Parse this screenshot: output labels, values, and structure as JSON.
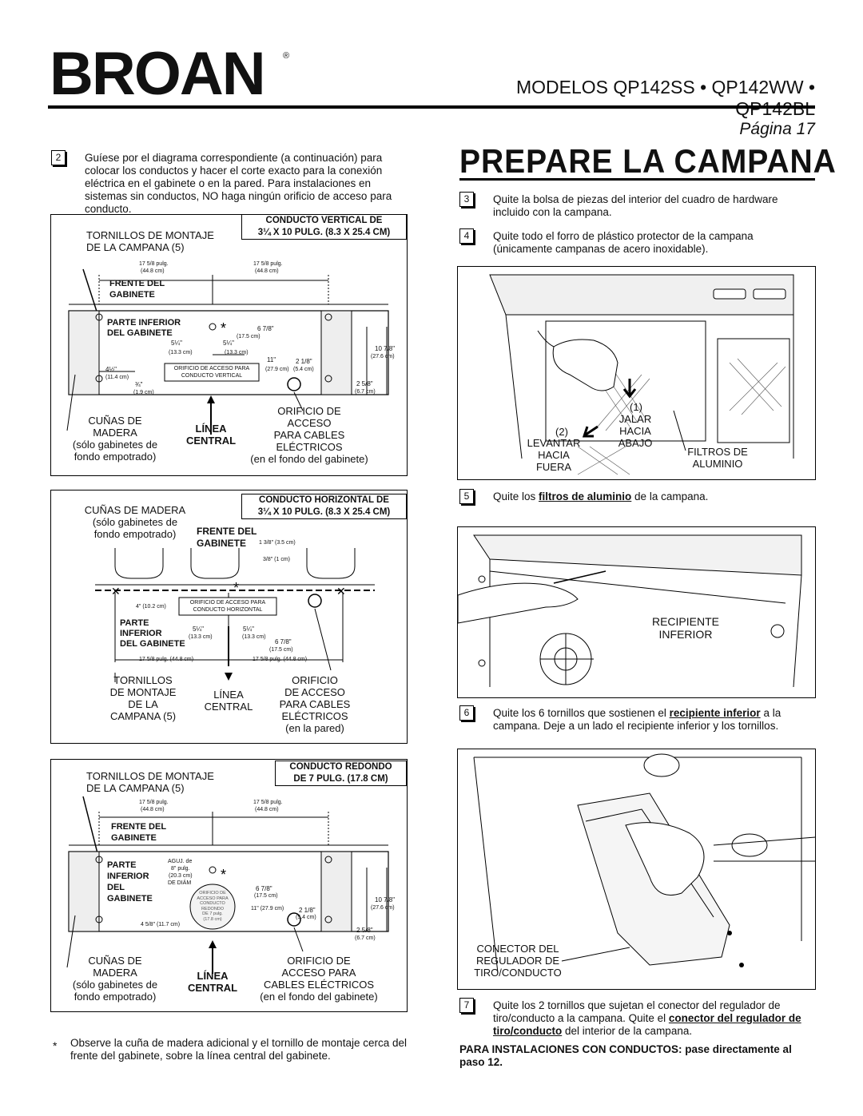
{
  "header": {
    "brand": "BROAN",
    "registered": "®",
    "models": "MODELOS  QP142SS • QP142WW • QP142BL",
    "page": "Página 17",
    "title": "PREPARE LA CAMPANA"
  },
  "left": {
    "step2": {
      "num": "2",
      "text": "Guíese por el diagrama correspondiente (a continuación) para colocar los conductos y hacer el corte exacto para la conexión eléctrica en el gabinete o en la pared. Para instalaciones en sistemas sin conductos, NO haga ningún orificio de acceso para conducto."
    },
    "diagram1": {
      "header_line1": "CONDUCTO VERTICAL DE",
      "header_line2": "3¼ X 10 PULG. (8.3 X 25.4 CM)",
      "tornillos": "TORNILLOS DE MONTAJE\nDE LA CAMPANA (5)",
      "dim_left_pulg": "17 5/8 pulg.",
      "dim_left_cm": "(44.8 cm)",
      "dim_right_pulg": "17 5/8 pulg.",
      "dim_right_cm": "(44.8 cm)",
      "frente": "FRENTE DEL",
      "gabinete": "GABINETE",
      "parte1": "PARTE  INFERIOR",
      "parte2": "DEL  GABINETE",
      "d_678": "6 7/8\"",
      "d_678cm": "(17.5 cm)",
      "d_514a": "5¼\"",
      "d_514b": "5¼\"",
      "d_133a": "(13.3 cm)",
      "d_133b": "(13.3 cm)",
      "d_412": "4½\"",
      "d_114": "(11.4 cm)",
      "d_34": "¾\"",
      "d_19": "(1.9 cm)",
      "d_11": "11\"",
      "d_279": "(27.9 cm)",
      "d_218": "2 1/8\"",
      "d_54": "(5.4 cm)",
      "d_1078": "10 7/8\"",
      "d_276": "(27.6 cm)",
      "d_258": "2 5/8\"",
      "d_67": "(6.7 cm)",
      "orif_label1": "ORIFICIO DE ACCESO PARA",
      "orif_label2": "CONDUCTO VERTICAL",
      "cunas": "CUÑAS DE\nMADERA\n(sólo gabinetes de\nfondo empotrado)",
      "linea": "LÍNEA\nCENTRAL",
      "orificio": "ORIFICIO DE\nACCESO\nPARA CABLES\nELÉCTRICOS\n(en el fondo del gabinete)"
    },
    "diagram2": {
      "header_line1": "CONDUCTO HORIZONTAL DE",
      "header_line2": "3¼ X 10 PULG. (8.3 X 25.4 CM)",
      "cunas": "CUÑAS DE MADERA\n(sólo gabinetes de\nfondo empotrado)",
      "frente": "FRENTE DEL\nGABINETE",
      "d_138": "1 3/8\" (3.5 cm)",
      "d_38": "3/8\" (1 cm)",
      "d_4": "4\" (10.2 cm)",
      "orif1": "ORIFICIO DE ACCESO PARA",
      "orif2": "CONDUCTO HORIZONTAL",
      "parte": "PARTE\nINFERIOR\nDEL GABINETE",
      "d_514a": "5¼\"",
      "d_514b": "5¼\"",
      "d_133a": "(13.3 cm)",
      "d_133b": "(13.3 cm)",
      "d_678": "6 7/8\"",
      "d_175": "(17.5 cm)",
      "d_1758a": "17 5/8 pulg. (44.8 cm)",
      "d_1758b": "17 5/8 pulg. (44.8 cm)",
      "tornillos": "TORNILLOS\nDE MONTAJE\nDE LA\nCAMPANA (5)",
      "linea": "LÍNEA\nCENTRAL",
      "orificio": "ORIFICIO\nDE ACCESO\nPARA CABLES\nELÉCTRICOS\n(en la pared)"
    },
    "diagram3": {
      "header_line1": "CONDUCTO REDONDO",
      "header_line2": "DE 7 PULG. (17.8 CM)",
      "tornillos": "TORNILLOS DE MONTAJE\nDE LA CAMPANA (5)",
      "dim_left_pulg": "17 5/8 pulg.",
      "dim_left_cm": "(44.8 cm)",
      "dim_right_pulg": "17 5/8 pulg.",
      "dim_right_cm": "(44.8 cm)",
      "frente": "FRENTE DEL",
      "gabinete": "GABINETE",
      "parte": "PARTE\nINFERIOR\nDEL\nGABINETE",
      "aguj1": "AGUJ. de",
      "aguj2": "8\" pulg.",
      "aguj3": "(20.3 cm)",
      "aguj4": "DE DIÁM",
      "round_lbl": "ORIFICIO DE\nACCESO PARA\nCONDUCTO\nREDONDO\nDE 7 pulg.\n(17.8 cm)",
      "d_678": "6 7/8\"",
      "d_175": "(17.5 cm)",
      "d_11": "11\" (27.9 cm)",
      "d_218": "2 1/8\"",
      "d_54": "(5.4 cm)",
      "d_458": "4 5/8\" (11.7 cm)",
      "d_1078": "10 7/8\"",
      "d_276": "(27.6 cm)",
      "d_258": "2 5/8\"",
      "d_67": "(6.7 cm)",
      "cunas": "CUÑAS DE\nMADERA\n(sólo gabinetes de\nfondo empotrado)",
      "linea": "LÍNEA\nCENTRAL",
      "orificio": "ORIFICIO DE\nACCESO PARA\nCABLES ELÉCTRICOS\n(en el fondo del gabinete)"
    },
    "footnote_star": "*",
    "footnote": "Observe la cuña de madera adicional y el tornillo de montaje cerca del frente del gabinete, sobre la línea central del gabinete."
  },
  "right": {
    "step3": {
      "num": "3",
      "text": "Quite la bolsa de piezas del interior del cuadro de hardware incluido con la campana."
    },
    "step4": {
      "num": "4",
      "text": "Quite todo el forro de plástico protector de la campana (únicamente campanas de acero inoxidable)."
    },
    "fig1": {
      "n1": "(1)",
      "jalar": "JALAR\nHACIA\nABAJO",
      "n2": "(2)",
      "levantar": "LEVANTAR\nHACIA\nFUERA",
      "filtros": "FILTROS DE\nALUMINIO"
    },
    "step5": {
      "num": "5",
      "pre": "Quite los ",
      "link": "filtros de aluminio",
      "post": " de la campana."
    },
    "fig2": {
      "recipiente": "RECIPIENTE\nINFERIOR"
    },
    "step6": {
      "num": "6",
      "pre": "Quite los 6 tornillos que sostienen el ",
      "link": "recipiente inferior",
      "post": " a la campana. Deje a un lado el recipiente inferior y los tornillos."
    },
    "fig3": {
      "conector": "CONECTOR DEL\nREGULADOR DE\nTIRO/CONDUCTO"
    },
    "step7": {
      "num": "7",
      "pre": "Quite los 2 tornillos que sujetan el conector del regulador de tiro/conducto a la campana. Quite el ",
      "link": "conector del regulador de tiro/conducto",
      "post": " del interior de la campana."
    },
    "note": "PARA INSTALACIONES CON CONDUCTOS: pase directamente al paso 12."
  }
}
